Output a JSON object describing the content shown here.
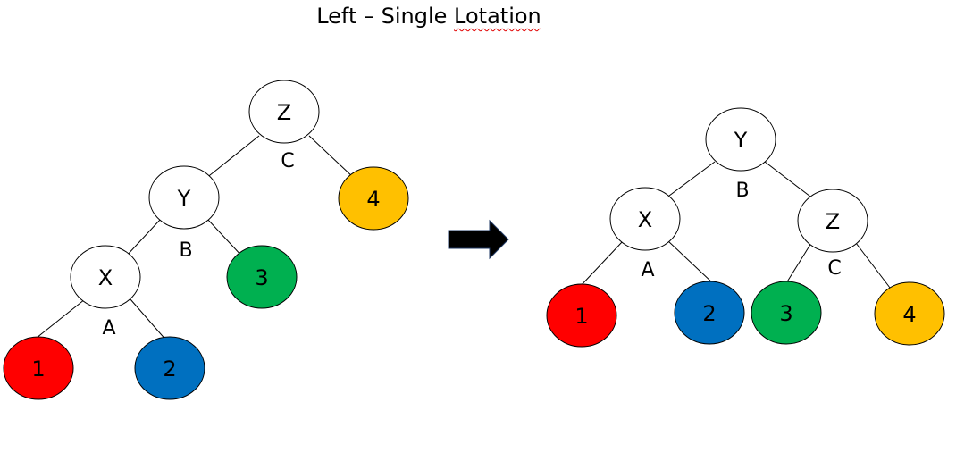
{
  "title": {
    "prefix": "Left – Single ",
    "misspelled_word": "Lotation"
  },
  "colors": {
    "white_node": "#ffffff",
    "red": "#ff0000",
    "blue": "#0070c0",
    "green": "#00b050",
    "yellow": "#ffc000",
    "stroke": "#000000",
    "arrow": "#000000"
  },
  "left_tree": {
    "nodes": {
      "Z": {
        "label": "Z",
        "fill": "white_node"
      },
      "Y": {
        "label": "Y",
        "fill": "white_node"
      },
      "X": {
        "label": "X",
        "fill": "white_node"
      },
      "n1": {
        "label": "1",
        "fill": "red"
      },
      "n2": {
        "label": "2",
        "fill": "blue"
      },
      "n3": {
        "label": "3",
        "fill": "green"
      },
      "n4": {
        "label": "4",
        "fill": "yellow"
      }
    },
    "edge_labels": {
      "C": "C",
      "B": "B",
      "A": "A"
    }
  },
  "right_tree": {
    "nodes": {
      "Y": {
        "label": "Y",
        "fill": "white_node"
      },
      "X": {
        "label": "X",
        "fill": "white_node"
      },
      "Z": {
        "label": "Z",
        "fill": "white_node"
      },
      "n1": {
        "label": "1",
        "fill": "red"
      },
      "n2": {
        "label": "2",
        "fill": "blue"
      },
      "n3": {
        "label": "3",
        "fill": "green"
      },
      "n4": {
        "label": "4",
        "fill": "yellow"
      }
    },
    "edge_labels": {
      "B": "B",
      "A": "A",
      "C": "C"
    }
  },
  "arrow": {
    "icon": "right-arrow-icon"
  }
}
